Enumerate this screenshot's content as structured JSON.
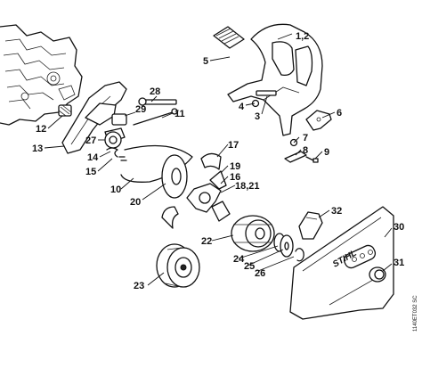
{
  "callouts": {
    "c1_2": "1,2",
    "c3": "3",
    "c4": "4",
    "c5": "5",
    "c6": "6",
    "c7": "7",
    "c8": "8",
    "c9": "9",
    "c10": "10",
    "c11": "11",
    "c12": "12",
    "c13": "13",
    "c14": "14",
    "c15": "15",
    "c16": "16",
    "c17": "17",
    "c18_21": "18,21",
    "c19": "19",
    "c20": "20",
    "c22": "22",
    "c23": "23",
    "c24": "24",
    "c25": "25",
    "c26": "26",
    "c27": "27",
    "c28": "28",
    "c29": "29",
    "c30": "30",
    "c31": "31",
    "c32": "32"
  },
  "brand_label": "STIHL",
  "drawing_code": "1140ET032 SC"
}
